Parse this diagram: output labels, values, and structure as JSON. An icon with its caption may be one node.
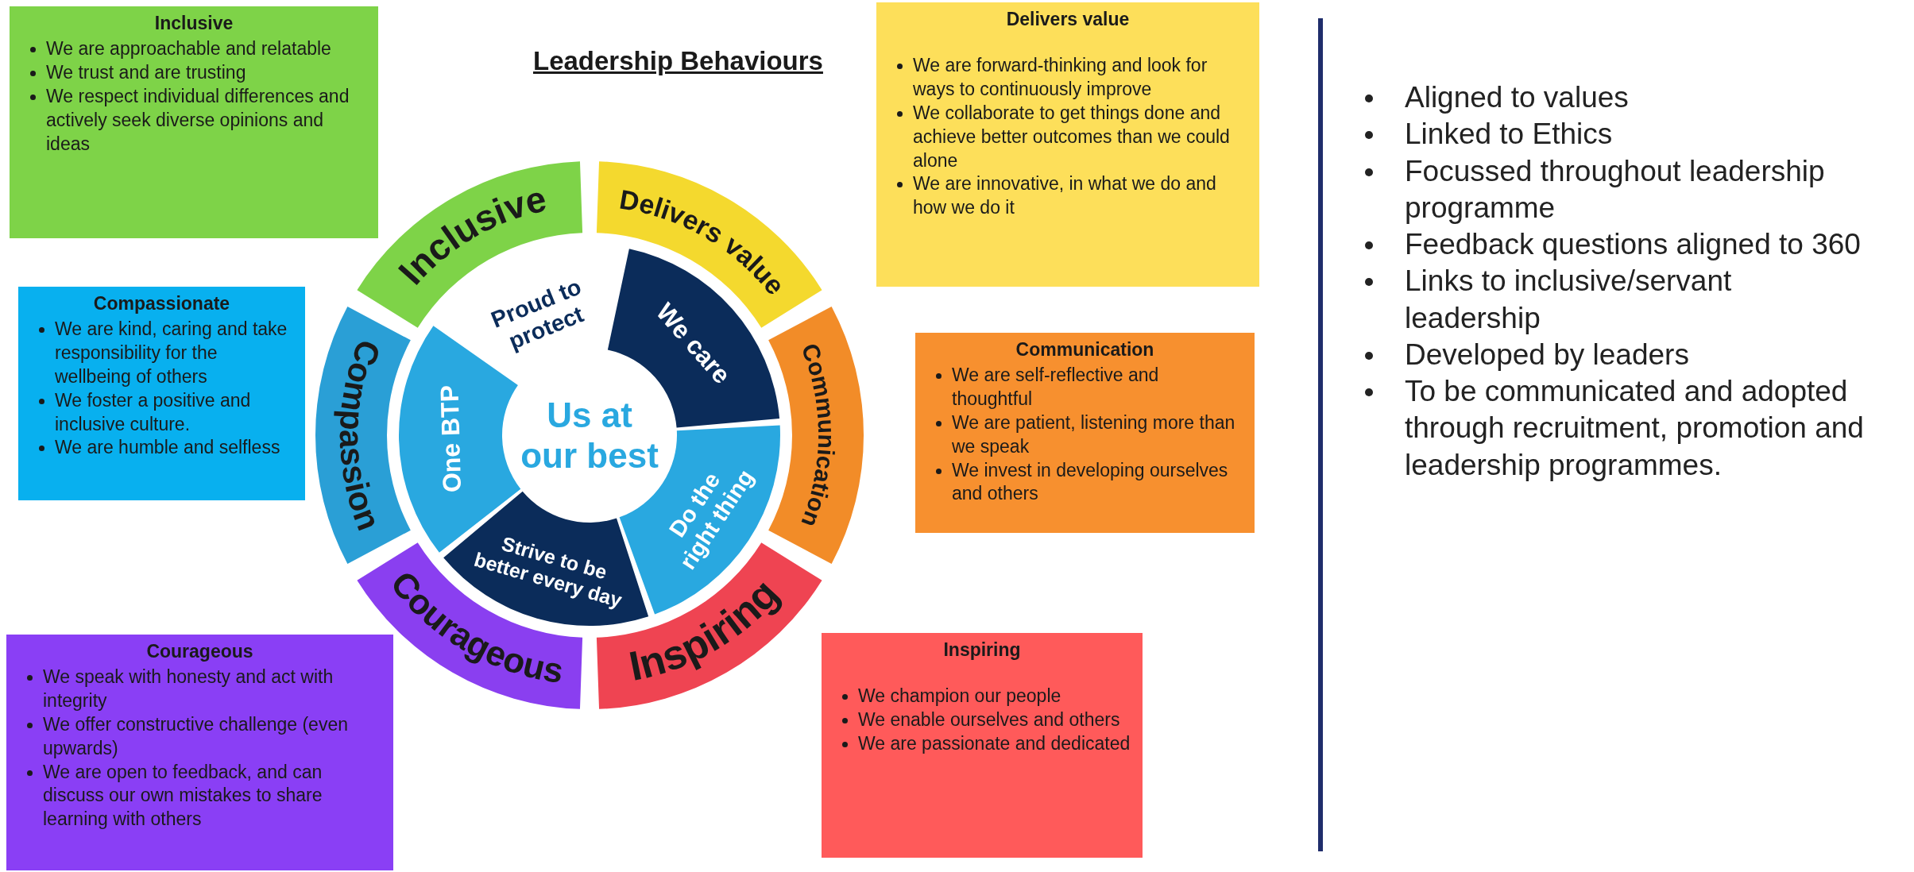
{
  "diagram": {
    "title": "Leadership Behaviours",
    "nodes": [
      {
        "text": [
          "Inclusive",
          "We are approachable and relatable",
          "We trust and are trusting",
          "We respect individual differences and actively seek diverse opinions and ideas"
        ]
      },
      {
        "text": [
          "Delivers value",
          "We are forward-thinking and look for ways to continuously improve",
          "We collaborate to get things done and achieve better outcomes than we could alone",
          "We are innovative, in what we do and how we do it"
        ]
      },
      {
        "text": [
          "Compassionate",
          "We are kind, caring and take responsibility for the wellbeing of others",
          "We foster a positive and inclusive culture.",
          "We are humble and selfless"
        ]
      },
      {
        "text": [
          "Communication",
          "We are self-reflective and thoughtful",
          "We are patient, listening more than we speak",
          "We invest in developing ourselves and others"
        ]
      },
      {
        "text": [
          "Courageous",
          "We speak with honesty and act with integrity",
          "We offer constructive challenge (even upwards)",
          "We are open to feedback, and can discuss our own mistakes to share learning with others"
        ]
      },
      {
        "text": [
          "Inspiring",
          "We champion our people",
          "We enable ourselves and others",
          "We are passionate and dedicated"
        ]
      },
      {
        "text": [
          "Inclusive"
        ]
      },
      {
        "text": [
          "Delivers value"
        ]
      },
      {
        "text": [
          "Communication"
        ]
      },
      {
        "text": [
          "Inspiring"
        ]
      },
      {
        "text": [
          "Courageous"
        ]
      },
      {
        "text": [
          "Compassion"
        ]
      },
      {
        "text": [
          "Proud to protect"
        ]
      },
      {
        "text": [
          "We care"
        ]
      },
      {
        "text": [
          "Do the right thing"
        ]
      },
      {
        "text": [
          "Strive to be better every day"
        ]
      },
      {
        "text": [
          "One BTP"
        ]
      },
      {
        "text": [
          "Us at our best"
        ]
      }
    ],
    "labels": [
      "Aligned to values",
      "Linked to Ethics",
      "Focussed throughout leadership programme",
      "Feedback questions aligned to 360",
      "Links to inclusive/servant leadership",
      "Developed by leaders",
      "To be communicated and adopted through recruitment,  promotion and leadership programmes."
    ]
  }
}
